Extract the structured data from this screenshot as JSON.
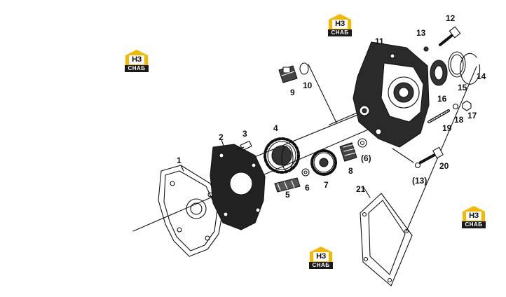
{
  "logo": {
    "mark": "НЗ",
    "band": "СНАБ"
  },
  "callouts": [
    "1",
    "2",
    "3",
    "4",
    "5",
    "6",
    "7",
    "8",
    "(6)",
    "9",
    "10",
    "11",
    "12",
    "13",
    "(13)",
    "14",
    "15",
    "16",
    "17",
    "18",
    "19",
    "20",
    "21"
  ]
}
